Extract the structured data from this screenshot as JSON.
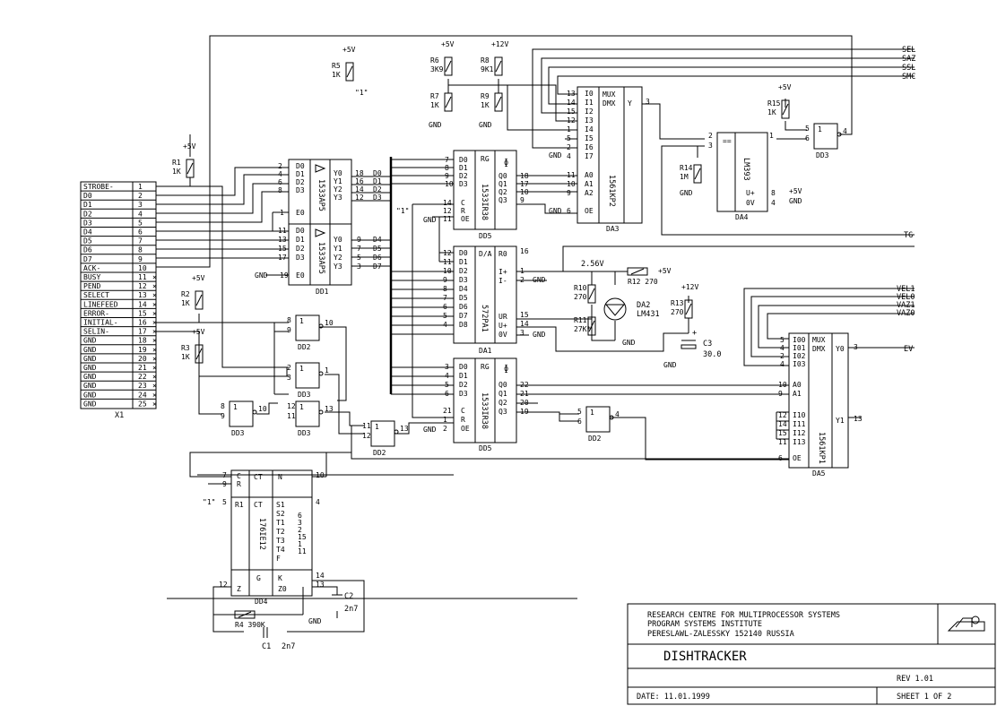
{
  "title_block": {
    "org_line1": "RESEARCH CENTRE FOR MULTIPROCESSOR SYSTEMS",
    "org_line2": "PROGRAM SYSTEMS INSTITUTE",
    "org_line3": "PERESLAWL-ZALESSKY 152140 RUSSIA",
    "project": "DISHTRACKER",
    "rev": "REV 1.01",
    "date": "DATE: 11.01.1999",
    "sheet": "SHEET 1 OF 2"
  },
  "connector": {
    "ref": "X1",
    "pins": [
      {
        "n": "1",
        "s": "STROBE-"
      },
      {
        "n": "2",
        "s": "D0"
      },
      {
        "n": "3",
        "s": "D1"
      },
      {
        "n": "4",
        "s": "D2"
      },
      {
        "n": "5",
        "s": "D3"
      },
      {
        "n": "6",
        "s": "D4"
      },
      {
        "n": "7",
        "s": "D5"
      },
      {
        "n": "8",
        "s": "D6"
      },
      {
        "n": "9",
        "s": "D7"
      },
      {
        "n": "10",
        "s": "ACK-"
      },
      {
        "n": "11",
        "s": "BUSY"
      },
      {
        "n": "12",
        "s": "PEND"
      },
      {
        "n": "13",
        "s": "SELECT"
      },
      {
        "n": "14",
        "s": "LINEFEED"
      },
      {
        "n": "15",
        "s": "ERROR-"
      },
      {
        "n": "16",
        "s": "INITIAL-"
      },
      {
        "n": "17",
        "s": "SELIN-"
      },
      {
        "n": "18",
        "s": "GND"
      },
      {
        "n": "19",
        "s": "GND"
      },
      {
        "n": "20",
        "s": "GND"
      },
      {
        "n": "21",
        "s": "GND"
      },
      {
        "n": "22",
        "s": "GND"
      },
      {
        "n": "23",
        "s": "GND"
      },
      {
        "n": "24",
        "s": "GND"
      },
      {
        "n": "25",
        "s": "GND"
      }
    ]
  },
  "resistors": [
    {
      "id": "r1",
      "ref": "R1",
      "val": "1K",
      "pwr": "+5V"
    },
    {
      "id": "r2",
      "ref": "R2",
      "val": "1K",
      "pwr": "+5V"
    },
    {
      "id": "r3",
      "ref": "R3",
      "val": "1K",
      "pwr": "+5V"
    },
    {
      "id": "r4",
      "ref": "R4",
      "val": "390K"
    },
    {
      "id": "r5",
      "ref": "R5",
      "val": "1K",
      "pwr": "+5V"
    },
    {
      "id": "r6",
      "ref": "R6",
      "val": "3K9",
      "pwr": "+5V"
    },
    {
      "id": "r7",
      "ref": "R7",
      "val": "1K"
    },
    {
      "id": "r8",
      "ref": "R8",
      "val": "9K1",
      "pwr": "+12V"
    },
    {
      "id": "r9",
      "ref": "R9",
      "val": "1K"
    },
    {
      "id": "r10",
      "ref": "R10",
      "val": "270"
    },
    {
      "id": "r11",
      "ref": "R11",
      "val": "27K*"
    },
    {
      "id": "r12",
      "ref": "R12",
      "val": "270"
    },
    {
      "id": "r13",
      "ref": "R13",
      "val": "270",
      "pwr": "+12V"
    },
    {
      "id": "r14",
      "ref": "R14",
      "val": "1M"
    },
    {
      "id": "r15",
      "ref": "R15",
      "val": "1K",
      "pwr": "+5V"
    }
  ],
  "chips": {
    "dd1a": {
      "ref": "DD1",
      "type": "1533AP5",
      "in_pins": [
        "2",
        "4",
        "6",
        "8"
      ],
      "out_pins": [
        "18",
        "16",
        "14",
        "12"
      ],
      "in_sig": [
        "D0",
        "D1",
        "D2",
        "D3"
      ],
      "out_sig": [
        "Y0",
        "Y1",
        "Y2",
        "Y3"
      ],
      "en": "E0",
      "en_pin": "1"
    },
    "dd1b": {
      "type": "1533AP5",
      "in_pins": [
        "11",
        "13",
        "15",
        "17"
      ],
      "out_pins": [
        "9",
        "7",
        "5",
        "3"
      ],
      "in_sig": [
        "D0",
        "D1",
        "D2",
        "D3"
      ],
      "out_sig": [
        "Y0",
        "Y1",
        "Y2",
        "Y3"
      ],
      "en": "E0",
      "en_pin": "19"
    },
    "dd5a": {
      "ref": "DD5",
      "type": "1533IR38",
      "in_pins": [
        "7",
        "8",
        "9",
        "10"
      ],
      "out_pins": [
        "18",
        "17",
        "10",
        "9"
      ],
      "in_sig": [
        "D0",
        "D1",
        "D2",
        "D3"
      ],
      "out_sig": [
        "Q0",
        "Q1",
        "Q2",
        "Q3"
      ],
      "ctl": [
        "C",
        "R",
        "OE"
      ],
      "ctl_pins": [
        "14",
        "12",
        "11"
      ],
      "rg": "RG"
    },
    "dd5b": {
      "type": "1533IR38",
      "in_pins": [
        "3",
        "4",
        "5",
        "6"
      ],
      "out_pins": [
        "22",
        "21",
        "20",
        "19"
      ],
      "in_sig": [
        "D0",
        "D1",
        "D2",
        "D3"
      ],
      "out_sig": [
        "Q0",
        "Q1",
        "Q2",
        "Q3"
      ],
      "ctl": [
        "C",
        "R",
        "OE"
      ],
      "ctl_pins": [
        "21",
        "1",
        "2"
      ],
      "rg": "RG"
    },
    "da1": {
      "ref": "DA1",
      "type": "572PA1",
      "in_pins": [
        "12",
        "11",
        "10",
        "9",
        "8",
        "7",
        "6",
        "5",
        "4"
      ],
      "in_sig": [
        "D0",
        "D1",
        "D2",
        "D3",
        "D4",
        "D5",
        "D6",
        "D7",
        "D8"
      ],
      "title": "D/A",
      "r0": "R0",
      "i1": "I+",
      "i2": "I-",
      "ur": "UR",
      "up": "U+",
      "ov": "0V"
    },
    "da3": {
      "ref": "DA3",
      "type": "1561KP2",
      "in_pins": [
        "13",
        "14",
        "15",
        "12",
        "1",
        "5",
        "2",
        "4"
      ],
      "in_sig": [
        "I0",
        "I1",
        "I2",
        "I3",
        "I4",
        "I5",
        "I6",
        "I7"
      ],
      "sel_pins": [
        "11",
        "10",
        "9"
      ],
      "sel_sig": [
        "A0",
        "A1",
        "A2"
      ],
      "oe": "OE",
      "oe_pin": "6",
      "out": "Y",
      "out_pin": "3",
      "mux": "MUX",
      "dmx": "DMX"
    },
    "da4": {
      "ref": "DA4",
      "type": "LM393",
      "inp": "2",
      "inn": "3",
      "out": "1",
      "vp": "U+",
      "ov": "0V",
      "vp_pin": "8",
      "ov_pin": "4",
      "eq": "=="
    },
    "da5": {
      "ref": "DA5",
      "type": "1561KP1",
      "in_pins": [
        "5",
        "4",
        "2",
        "4"
      ],
      "in_sig": [
        "I00",
        "I01",
        "I02",
        "I03"
      ],
      "in2_pins": [
        "12",
        "14",
        "15",
        "11"
      ],
      "in2_sig": [
        "I10",
        "I11",
        "I12",
        "I13"
      ],
      "sel_sig": [
        "A0",
        "A1"
      ],
      "sel_pins": [
        "10",
        "9"
      ],
      "oe": "OE",
      "oe_pin": "6",
      "y0": "Y0",
      "y0_pin": "3",
      "y1": "Y1",
      "y1_pin": "13",
      "mux": "MUX",
      "dmx": "DMX"
    },
    "dd4": {
      "ref": "DD4",
      "type": "176IE12",
      "top": [
        "CT",
        "CT",
        "N"
      ],
      "left": [
        "C",
        "R",
        "R1"
      ],
      "right": [
        "S1",
        "S2",
        "T1",
        "T2",
        "T3",
        "T4",
        "F"
      ],
      "bottom": [
        "Z",
        "G",
        "K",
        "Z0"
      ]
    }
  },
  "gates": [
    {
      "id": "g1",
      "ref": "DD2",
      "pins": [
        "8",
        "9"
      ],
      "out": "10"
    },
    {
      "id": "g2",
      "ref": "DD3",
      "pins": [
        "2",
        "3"
      ],
      "out": "1"
    },
    {
      "id": "g3",
      "ref": "DD3",
      "pins": [
        "12",
        "11"
      ],
      "out": "13"
    },
    {
      "id": "g4",
      "ref": "DD3",
      "pins": [
        "8",
        "9"
      ],
      "out": "10"
    },
    {
      "id": "g5",
      "ref": "DD2",
      "pins": [
        "11",
        "12"
      ],
      "out": "13"
    },
    {
      "id": "g6",
      "ref": "DD2",
      "pins": [
        "5",
        "6"
      ],
      "out": "4"
    },
    {
      "id": "g7",
      "ref": "DD3",
      "pins": [
        "5",
        "6"
      ],
      "out": "4"
    }
  ],
  "labels": {
    "gnd": "GND",
    "p5": "+5V",
    "p12": "+12V",
    "one": "\"1\"",
    "v256": "2.56V",
    "da2": "DA2",
    "lm": "LM431",
    "c1": "C1",
    "c1v": "2n7",
    "c2": "C2",
    "c2v": "2n7",
    "c3": "C3",
    "c3v": "30.0",
    "sel": "SEL",
    "saz": "SAZ",
    "ssl": "SSL",
    "smc": "SMC",
    "tg": "TG",
    "vel1": "VEL1",
    "vel0": "VEL0",
    "vaz1": "VAZ1",
    "vaz0": "VAZ0",
    "ev": "EV"
  },
  "colors": {
    "ink": "#000000",
    "paper": "#ffffff"
  }
}
